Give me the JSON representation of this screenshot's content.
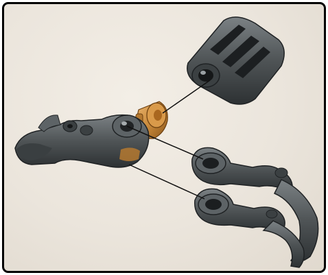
{
  "figure": {
    "kind": "exploded-assembly-instruction",
    "parts": [
      "connector-sleeve",
      "orange-axle-pin",
      "claw-piece-left",
      "claw-piece-right-upper",
      "claw-piece-right-lower"
    ],
    "colors": {
      "background": "#ebe5dc",
      "frame": "#000000",
      "part_gray": "#4f5456",
      "part_gray_light": "#7b8184",
      "part_gray_dark": "#2d3133",
      "pin_orange": "#c98a3c",
      "guide_line": "#111111"
    }
  }
}
